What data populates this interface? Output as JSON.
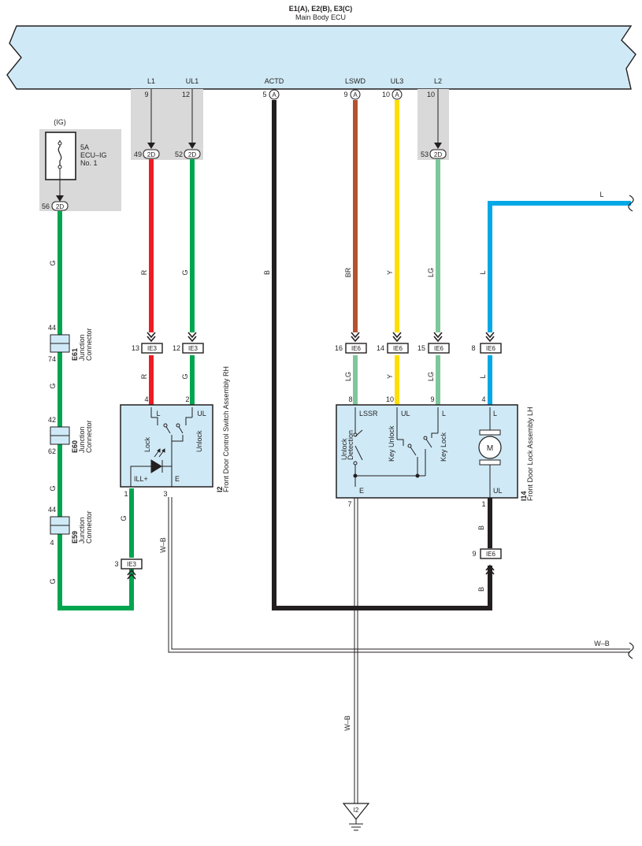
{
  "ecu": {
    "codes": "E1(A), E2(B), E3(C)",
    "name": "Main Body ECU",
    "terminals": {
      "l1": {
        "name": "L1",
        "pin": "9"
      },
      "ul1": {
        "name": "UL1",
        "pin": "12"
      },
      "actd": {
        "name": "ACTD",
        "pin": "5",
        "conn": "A"
      },
      "lswd": {
        "name": "LSWD",
        "pin": "9",
        "conn": "A"
      },
      "ul3": {
        "name": "UL3",
        "pin": "10",
        "conn": "A"
      },
      "l2": {
        "name": "L2",
        "pin": "10"
      }
    }
  },
  "fuse": {
    "supply": "(IG)",
    "rating": "5A",
    "name_line1": "ECU–IG",
    "name_line2": "No. 1",
    "pin": "56",
    "conn": "2D"
  },
  "jb_2d": {
    "l1_pin": "49",
    "ul1_pin": "52",
    "l2_pin": "53",
    "conn": "2D"
  },
  "junctions": [
    {
      "code": "E61",
      "name_line1": "Junction",
      "name_line2": "Connector",
      "pin_top": "44",
      "pin_bottom": "74"
    },
    {
      "code": "E60",
      "name_line1": "Junction",
      "name_line2": "Connector",
      "pin_top": "42",
      "pin_bottom": "62"
    },
    {
      "code": "E59",
      "name_line1": "Junction",
      "name_line2": "Connector",
      "pin_top": "44",
      "pin_bottom": "4"
    }
  ],
  "wire_colors": {
    "g": "G",
    "r": "R",
    "b": "B",
    "br": "BR",
    "y": "Y",
    "lg": "LG",
    "l": "L",
    "wb": "W–B"
  },
  "connectors": {
    "ie3_r": {
      "pin": "13",
      "conn": "IE3"
    },
    "ie3_g": {
      "pin": "12",
      "conn": "IE3"
    },
    "ie3_bot": {
      "pin": "3",
      "conn": "IE3"
    },
    "ie6_br": {
      "pin": "16",
      "conn": "IE6"
    },
    "ie6_y": {
      "pin": "14",
      "conn": "IE6"
    },
    "ie6_lg": {
      "pin": "15",
      "conn": "IE6"
    },
    "ie6_l": {
      "pin": "8",
      "conn": "IE6"
    },
    "ie6_b": {
      "pin": "9",
      "conn": "IE6"
    }
  },
  "switch_rh": {
    "code": "I2",
    "name": "Front Door Control Switch Assembly RH",
    "pin_l": "4",
    "pin_ul": "2",
    "pin_ill": "1",
    "pin_e": "3",
    "label_l": "L",
    "label_ul": "UL",
    "label_ill": "ILL+",
    "label_e": "E",
    "lock": "Lock",
    "unlock": "Unlock"
  },
  "lock_lh": {
    "code": "I14",
    "name": "Front Door Lock Assembly LH",
    "pin_lssr": "8",
    "pin_ul": "10",
    "pin_l_sw": "9",
    "pin_l_motor": "4",
    "pin_e": "7",
    "pin_ul_motor": "1",
    "label_lssr": "LSSR",
    "label_ul": "UL",
    "label_l": "L",
    "label_lm": "L",
    "label_e": "E",
    "label_ulm": "UL",
    "unlock_det_1": "Unlock",
    "unlock_det_2": "Detection",
    "key_unlock": "Key Unlock",
    "key_lock": "Key Lock",
    "motor": "M"
  },
  "ground": {
    "code": "I2"
  },
  "colors": {
    "green": "#00a54f",
    "red": "#ed1c24",
    "black": "#231f20",
    "brown": "#b5532e",
    "yellow": "#ffde00",
    "light_green": "#7ec79a",
    "blue": "#00a8e6",
    "ecu_fill": "#cfeaf6",
    "grey_zone": "#d9d9d9"
  }
}
